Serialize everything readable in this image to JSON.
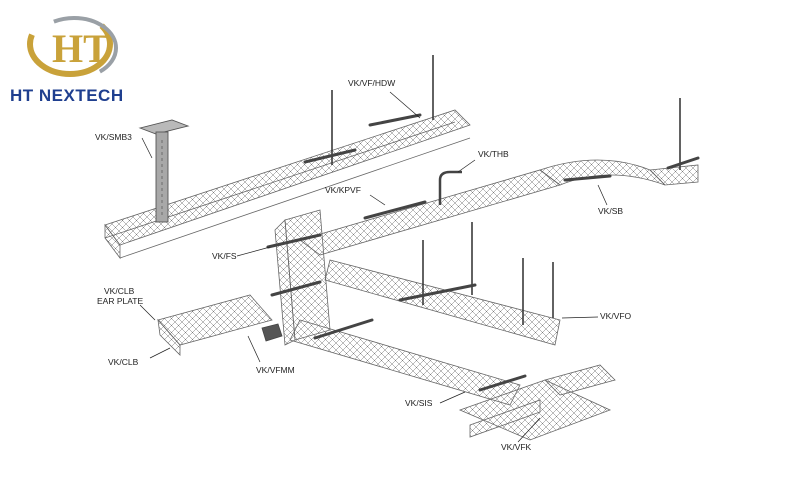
{
  "brand": {
    "monogram": "HT",
    "name": "HT NEXTECH",
    "colors": {
      "primary": "#1f3f8f",
      "gold": "#c9a23a",
      "silver": "#9aa0a6"
    }
  },
  "diagram": {
    "labels": {
      "smb3": "VK/SMB3",
      "vf_hdw": "VK/VF/HDW",
      "thb": "VK/THB",
      "sb": "VK/SB",
      "kpvf": "VK/KPVF",
      "fs": "VK/FS",
      "clb_plate_1": "VK/CLB",
      "clb_plate_2": "EAR PLATE",
      "clb": "VK/CLB",
      "vfmm": "VK/VFMM",
      "vfo": "VK/VFO",
      "sis": "VK/SIS",
      "vfk": "VK/VFK"
    },
    "colors": {
      "mesh": "#6b6b6b",
      "metal": "#8c8c8c",
      "rod": "#3a3a3a"
    }
  }
}
